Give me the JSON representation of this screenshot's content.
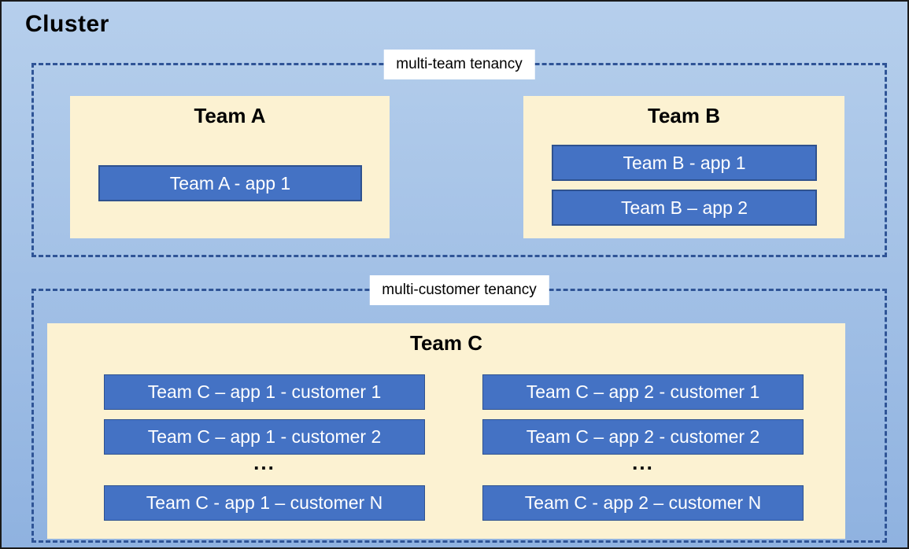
{
  "cluster": {
    "title": "Cluster"
  },
  "groups": [
    {
      "label": "multi-team tenancy",
      "teams": [
        {
          "name": "Team A",
          "apps": [
            "Team A - app 1"
          ]
        },
        {
          "name": "Team B",
          "apps": [
            "Team B - app 1",
            "Team B – app 2"
          ]
        }
      ]
    },
    {
      "label": "multi-customer tenancy",
      "teams": [
        {
          "name": "Team C",
          "columns": [
            {
              "apps": [
                "Team C – app 1 - customer 1",
                "Team C – app 1 - customer 2",
                "Team C - app 1 – customer N"
              ],
              "ellipsis": "..."
            },
            {
              "apps": [
                "Team C – app 2 - customer 1",
                "Team C – app 2 - customer 2",
                "Team C - app 2 – customer N"
              ],
              "ellipsis": "..."
            }
          ]
        }
      ]
    }
  ],
  "colors": {
    "background_top": "#B6CFEC",
    "background_bottom": "#8FB2E0",
    "outer_border": "#1A1A1A",
    "dashed_border": "#2F5496",
    "team_fill": "#FCF2D2",
    "app_fill": "#4472C4",
    "app_border": "#2F528F",
    "app_text": "#FFFFFF",
    "title_text": "#000000",
    "label_background": "#FFFFFF"
  }
}
